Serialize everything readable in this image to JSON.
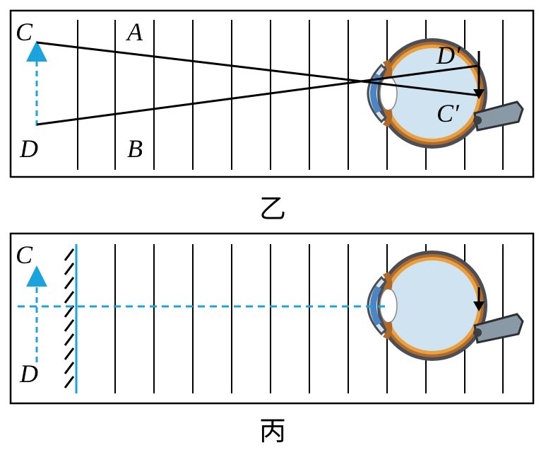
{
  "panel_top": {
    "caption": "乙",
    "labels": {
      "c": "C",
      "a": "A",
      "d_prime": "D′",
      "c_prime": "C′",
      "d": "D",
      "b": "B"
    }
  },
  "panel_bottom": {
    "caption": "丙",
    "labels": {
      "c": "C",
      "d": "D"
    }
  },
  "colors": {
    "frame": "#000000",
    "guide_blue": "#1aa3dd",
    "eye_fill": "#cfe3f1",
    "iris": "#4a86c6",
    "sclera_brown": "#b06a2c",
    "orange_layer": "#e8a040",
    "nerve": "#8a99a6"
  },
  "icons": [
    "eye-diagram-icon",
    "mirror-hatch-icon",
    "arrow-up-icon"
  ]
}
